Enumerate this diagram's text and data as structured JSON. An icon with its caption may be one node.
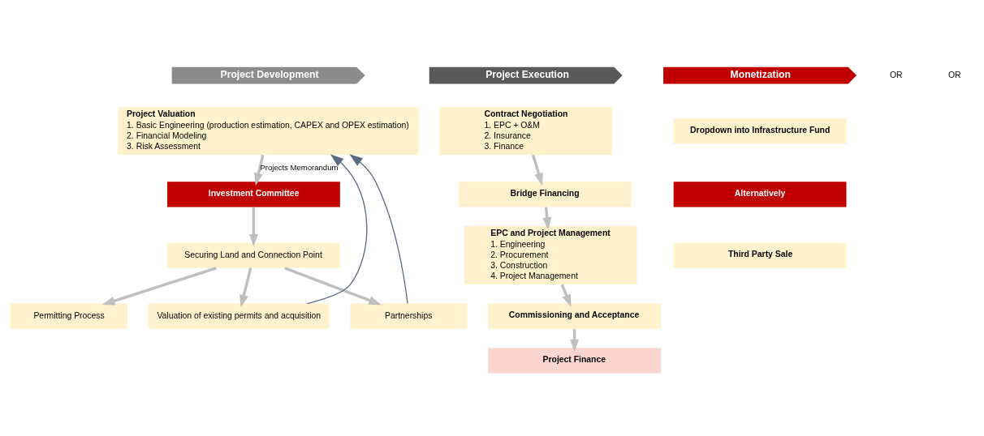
{
  "diagram": {
    "nodes": [
      {
        "text": [
          "Project Development"
        ]
      },
      {
        "text": [
          "Project Execution"
        ]
      },
      {
        "text": [
          "Monetization"
        ]
      },
      {
        "text": [
          "Project Valuation",
          "1. Basic Engineering (production estimation, CAPEX and OPEX estimation)",
          "2. Financial Modeling",
          "3. Risk Assessment"
        ]
      },
      {
        "text": [
          "Investment Committee"
        ]
      },
      {
        "text": [
          "Securing Land and Connection Point"
        ]
      },
      {
        "text": [
          "Permitting Process"
        ]
      },
      {
        "text": [
          "Valuation of existing permits and acquisition"
        ]
      },
      {
        "text": [
          "Partnerships"
        ]
      },
      {
        "text": [
          "Contract Negotiation",
          "1. EPC + O&M",
          "2. Insurance",
          "3. Finance"
        ]
      },
      {
        "text": [
          "Bridge Financing"
        ]
      },
      {
        "text": [
          "EPC and Project Management",
          "1. Engineering",
          "2. Procurement",
          "3. Construction",
          "4. Project Management"
        ]
      },
      {
        "text": [
          "Commissioning and Acceptance"
        ]
      },
      {
        "text": [
          "Project Finance"
        ]
      },
      {
        "text": [
          "Dropdown into Infrastructure Fund"
        ]
      },
      {
        "text": [
          "Alternatively"
        ]
      },
      {
        "text": [
          "Third Party Sale"
        ]
      }
    ],
    "edges": [
      {
        "from": 3,
        "to": 4,
        "arrow": "to",
        "label": "Projects Memorandum"
      },
      {
        "from": 4,
        "to": 5,
        "arrow": "to"
      },
      {
        "from": 5,
        "to": 6,
        "arrow": "to"
      },
      {
        "from": 5,
        "to": 7,
        "arrow": "to"
      },
      {
        "from": 5,
        "to": 8,
        "arrow": "to"
      },
      {
        "from": 7,
        "to": 3,
        "arrow": "to",
        "color": "#5b6b82"
      },
      {
        "from": 8,
        "to": 3,
        "arrow": "to",
        "color": "#5b6b82"
      },
      {
        "from": 9,
        "to": 10,
        "arrow": "to"
      },
      {
        "from": 10,
        "to": 11,
        "arrow": "to"
      },
      {
        "from": 11,
        "to": 12,
        "arrow": "to"
      },
      {
        "from": 12,
        "to": 13,
        "arrow": "to"
      }
    ],
    "labels": [
      "OR",
      "OR"
    ]
  }
}
